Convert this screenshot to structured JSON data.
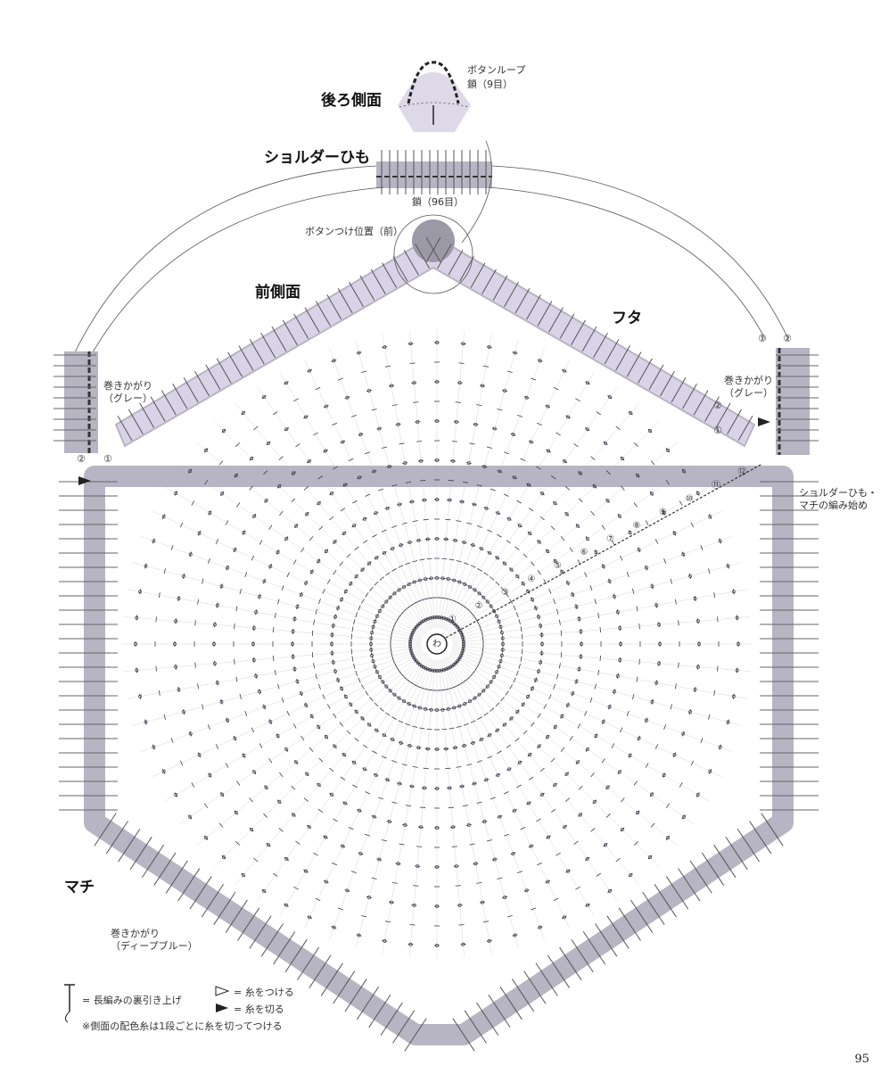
{
  "labels": {
    "back_side": "後ろ側面",
    "button_loop": "ボタンループ",
    "button_loop_count": "鎖（9目）",
    "shoulder_strap": "ショルダーひも",
    "strap_chain": "鎖（96目）",
    "button_position": "ボタンつけ位置（前）",
    "front_side": "前側面",
    "flap": "フタ",
    "whipstitch_gray_left_1": "巻きかがり",
    "whipstitch_gray_left_2": "（グレー）",
    "whipstitch_gray_right_1": "巻きかがり",
    "whipstitch_gray_right_2": "（グレー）",
    "strap_start_1": "ショルダーひも・",
    "strap_start_2": "マチの編み始め",
    "gusset": "マチ",
    "whipstitch_blue_1": "巻きかがり",
    "whipstitch_blue_2": "（ディープブルー）",
    "center_ring": "わ"
  },
  "markers": {
    "one": "①",
    "two": "②"
  },
  "row_numbers": [
    "①",
    "②",
    "③",
    "④",
    "⑤",
    "⑥",
    "⑦",
    "⑧",
    "⑨",
    "⑩",
    "⑪",
    "⑫"
  ],
  "legend": {
    "symbol_text": "= 長編みの裏引き上げ",
    "attach_yarn": "= 糸をつける",
    "cut_yarn": "= 糸を切る",
    "note": "※側面の配色糸は1段ごとに糸を切ってつける"
  },
  "page_number": "95",
  "colors": {
    "band": "#b7b4c3",
    "flap": "#d8d3e6",
    "stitch": "#333344",
    "line": "#555555"
  }
}
